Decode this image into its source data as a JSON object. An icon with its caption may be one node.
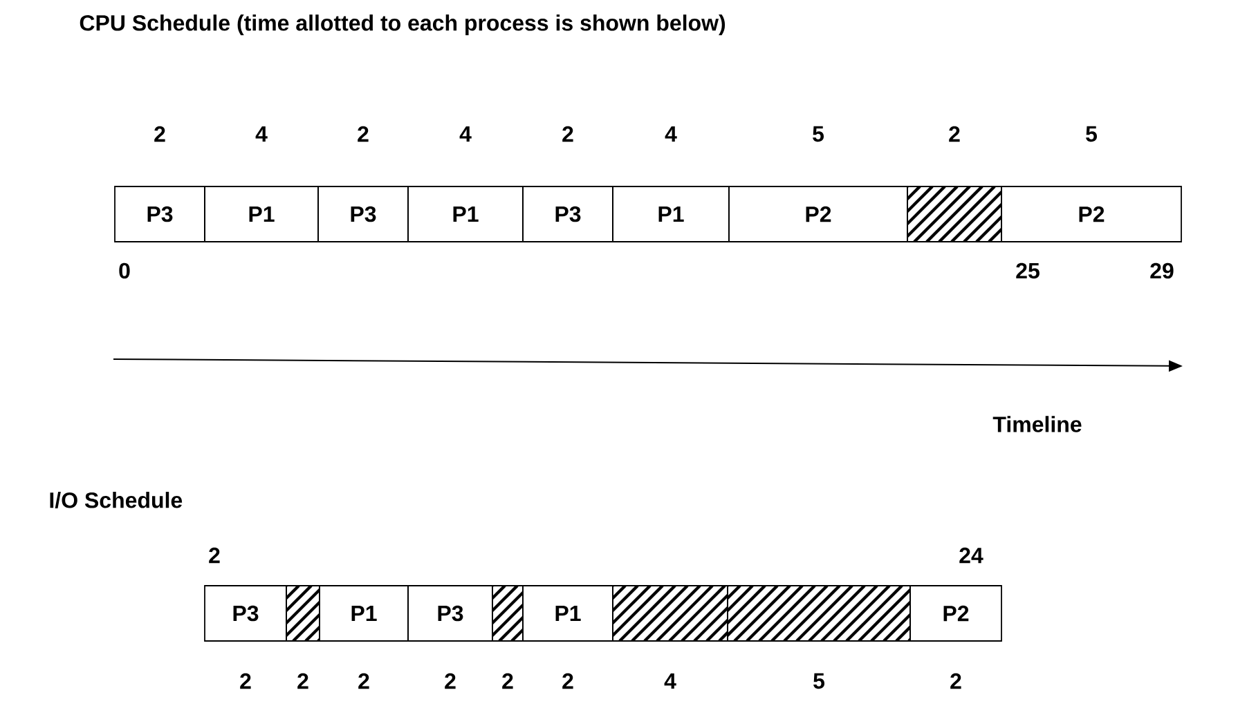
{
  "diagram": {
    "title": "CPU Schedule   (time allotted to each process is shown below)",
    "nodes": [
      {
        "text": [
          "P3"
        ],
        "beside": [
          "2"
        ]
      },
      {
        "text": [
          "P1"
        ],
        "beside": [
          "4"
        ]
      },
      {
        "text": [
          "P3"
        ],
        "beside": [
          "2"
        ]
      },
      {
        "text": [
          "P1"
        ],
        "beside": [
          "4"
        ]
      },
      {
        "text": [
          "P3"
        ],
        "beside": [
          "2"
        ]
      },
      {
        "text": [
          "P1"
        ],
        "beside": [
          "4"
        ]
      },
      {
        "text": [
          "P2"
        ],
        "beside": [
          "5"
        ]
      },
      {
        "text": [],
        "shape": "box",
        "beside": [
          "2"
        ]
      },
      {
        "text": [
          "P2"
        ],
        "beside": [
          "5"
        ]
      },
      {
        "text": [
          "P3"
        ],
        "beside": [
          "2"
        ]
      },
      {
        "text": [],
        "shape": "box",
        "beside": [
          "2"
        ]
      },
      {
        "text": [
          "P1"
        ],
        "beside": [
          "2"
        ]
      },
      {
        "text": [
          "P3"
        ],
        "beside": [
          "2"
        ]
      },
      {
        "text": [],
        "shape": "box",
        "beside": [
          "2"
        ]
      },
      {
        "text": [
          "P1"
        ],
        "beside": [
          "2"
        ]
      },
      {
        "text": [],
        "shape": "box",
        "beside": [
          "4"
        ]
      },
      {
        "text": [],
        "shape": "box",
        "beside": [
          "5"
        ]
      },
      {
        "text": [
          "P2"
        ],
        "beside": [
          "2"
        ]
      }
    ],
    "labels": [
      "0",
      "25",
      "29",
      "Timeline",
      "I/O Schedule",
      "2",
      "24"
    ]
  }
}
